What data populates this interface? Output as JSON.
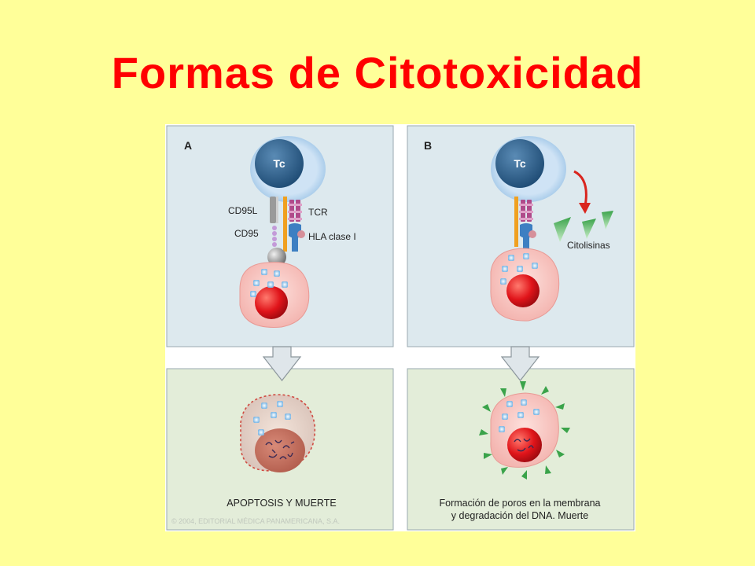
{
  "title": "Formas de Citotoxicidad",
  "panel_a": {
    "letter": "A",
    "cell_label": "Tc",
    "labels": {
      "cd95l": "CD95L",
      "cd95": "CD95",
      "tcr": "TCR",
      "hla": "HLA clase I"
    },
    "result_caption": "APOPTOSIS Y MUERTE",
    "copyright": "© 2004, EDITORIAL MÉDICA PANAMERICANA, S.A."
  },
  "panel_b": {
    "letter": "B",
    "cell_label": "Tc",
    "labels": {
      "citolisinas": "Citolisinas"
    },
    "result_caption_line1": "Formación de poros en la membrana",
    "result_caption_line2": "y degradación del DNA. Muerte"
  },
  "colors": {
    "title": "#ff0000",
    "background": "#ffff99",
    "top_panel": "#dde9ee",
    "bottom_panel": "#e3edd9",
    "tc_cell": "#2f5f8a",
    "target_cell": "#f6c2bf",
    "nucleus": "#d8151b",
    "perforin": "#4caf50"
  }
}
